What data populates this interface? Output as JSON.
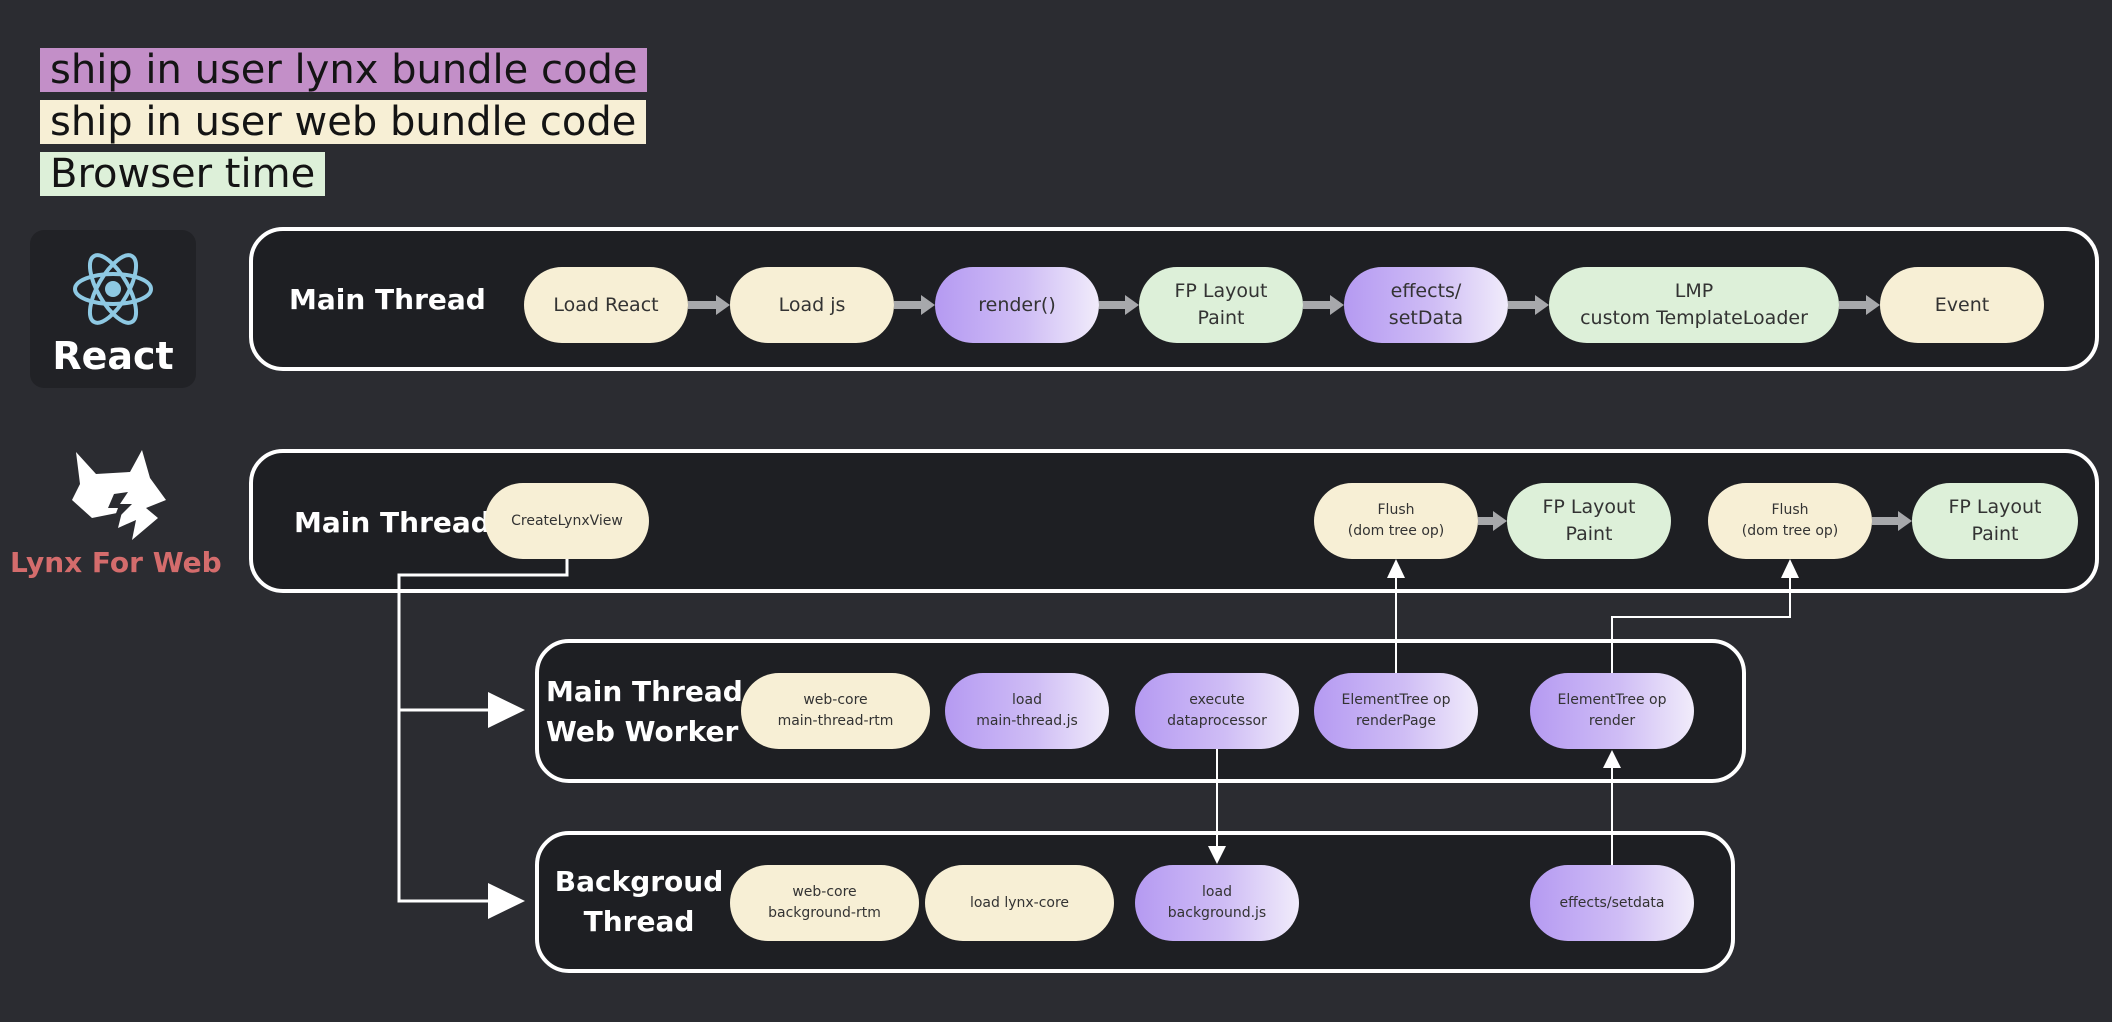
{
  "legend": {
    "lynx_bundle": "ship in user lynx bundle code",
    "web_bundle": "ship in user web bundle code",
    "browser_time": "Browser time"
  },
  "colors": {
    "background": "#2b2c31",
    "lane_fill": "#1e1f23",
    "lynx_bundle": "#c38fc8",
    "web_bundle": "#f7efd5",
    "browser_time": "#ddf0d9",
    "lynx_node": "#b59af2",
    "react_blue": "#8ec9e3"
  },
  "react": {
    "logo_label": "React",
    "lane_title": "Main Thread",
    "nodes": {
      "load_react": "Load React",
      "load_js": "Load js",
      "render": "render()",
      "fp_layout_paint": "FP Layout\nPaint",
      "effects_setdata": "effects/\nsetData",
      "lmp_template_loader": "LMP\ncustom TemplateLoader",
      "event": "Event"
    }
  },
  "lynx": {
    "logo_label_part1": "Lynx For ",
    "logo_label_part2": "Web",
    "main_thread": {
      "title": "Main Thread",
      "create_lynx_view": "CreateLynxView",
      "flush_1": "Flush\n(dom tree op)",
      "fp_layout_paint_1": "FP Layout\nPaint",
      "flush_2": "Flush\n(dom tree op)",
      "fp_layout_paint_2": "FP Layout\nPaint"
    },
    "web_worker": {
      "title_line1": "Main Thread",
      "title_line2": "Web Worker",
      "web_core_rtm": "web-core\nmain-thread-rtm",
      "load_main_thread": "load\nmain-thread.js",
      "execute_dataprocessor": "execute\ndataprocessor",
      "elementtree_renderpage": "ElementTree op\nrenderPage",
      "elementtree_render": "ElementTree op\nrender"
    },
    "background": {
      "title_line1": "Backgroud",
      "title_line2": "Thread",
      "web_core_rtm": "web-core\nbackground-rtm",
      "load_lynx_core": "load lynx-core",
      "load_background": "load\nbackground.js",
      "effects_setdata": "effects/setdata"
    }
  }
}
